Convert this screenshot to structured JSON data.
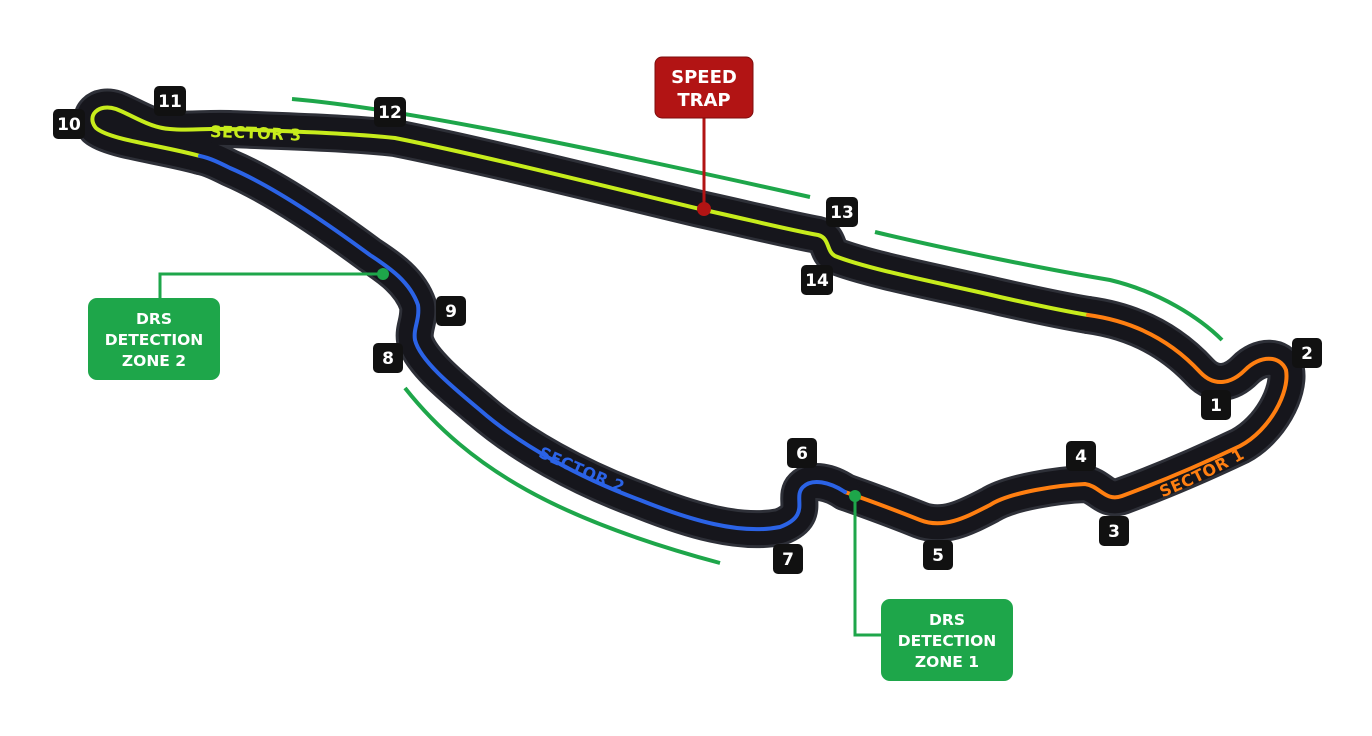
{
  "circuit": {
    "colors": {
      "track": "#16161c",
      "track_edge": "#2e3038",
      "sector1": "#ff7f11",
      "sector2": "#2b63e6",
      "sector3": "#c7ec1c",
      "drs": "#1ea64a",
      "speed_trap": "#b21414",
      "turn_badge": "#111111"
    },
    "sectors": [
      {
        "id": "s1",
        "label": "SECTOR 1",
        "color": "#ff7f11"
      },
      {
        "id": "s2",
        "label": "SECTOR 2",
        "color": "#2b63e6"
      },
      {
        "id": "s3",
        "label": "SECTOR 3",
        "color": "#c7ec1c"
      }
    ],
    "turns": [
      "1",
      "2",
      "3",
      "4",
      "5",
      "6",
      "7",
      "8",
      "9",
      "10",
      "11",
      "12",
      "13",
      "14"
    ],
    "callouts": {
      "speed_trap": {
        "lines": [
          "SPEED",
          "TRAP"
        ]
      },
      "drs_detection_1": {
        "lines": [
          "DRS",
          "DETECTION",
          "ZONE 1"
        ]
      },
      "drs_detection_2": {
        "lines": [
          "DRS",
          "DETECTION",
          "ZONE 2"
        ]
      }
    }
  }
}
